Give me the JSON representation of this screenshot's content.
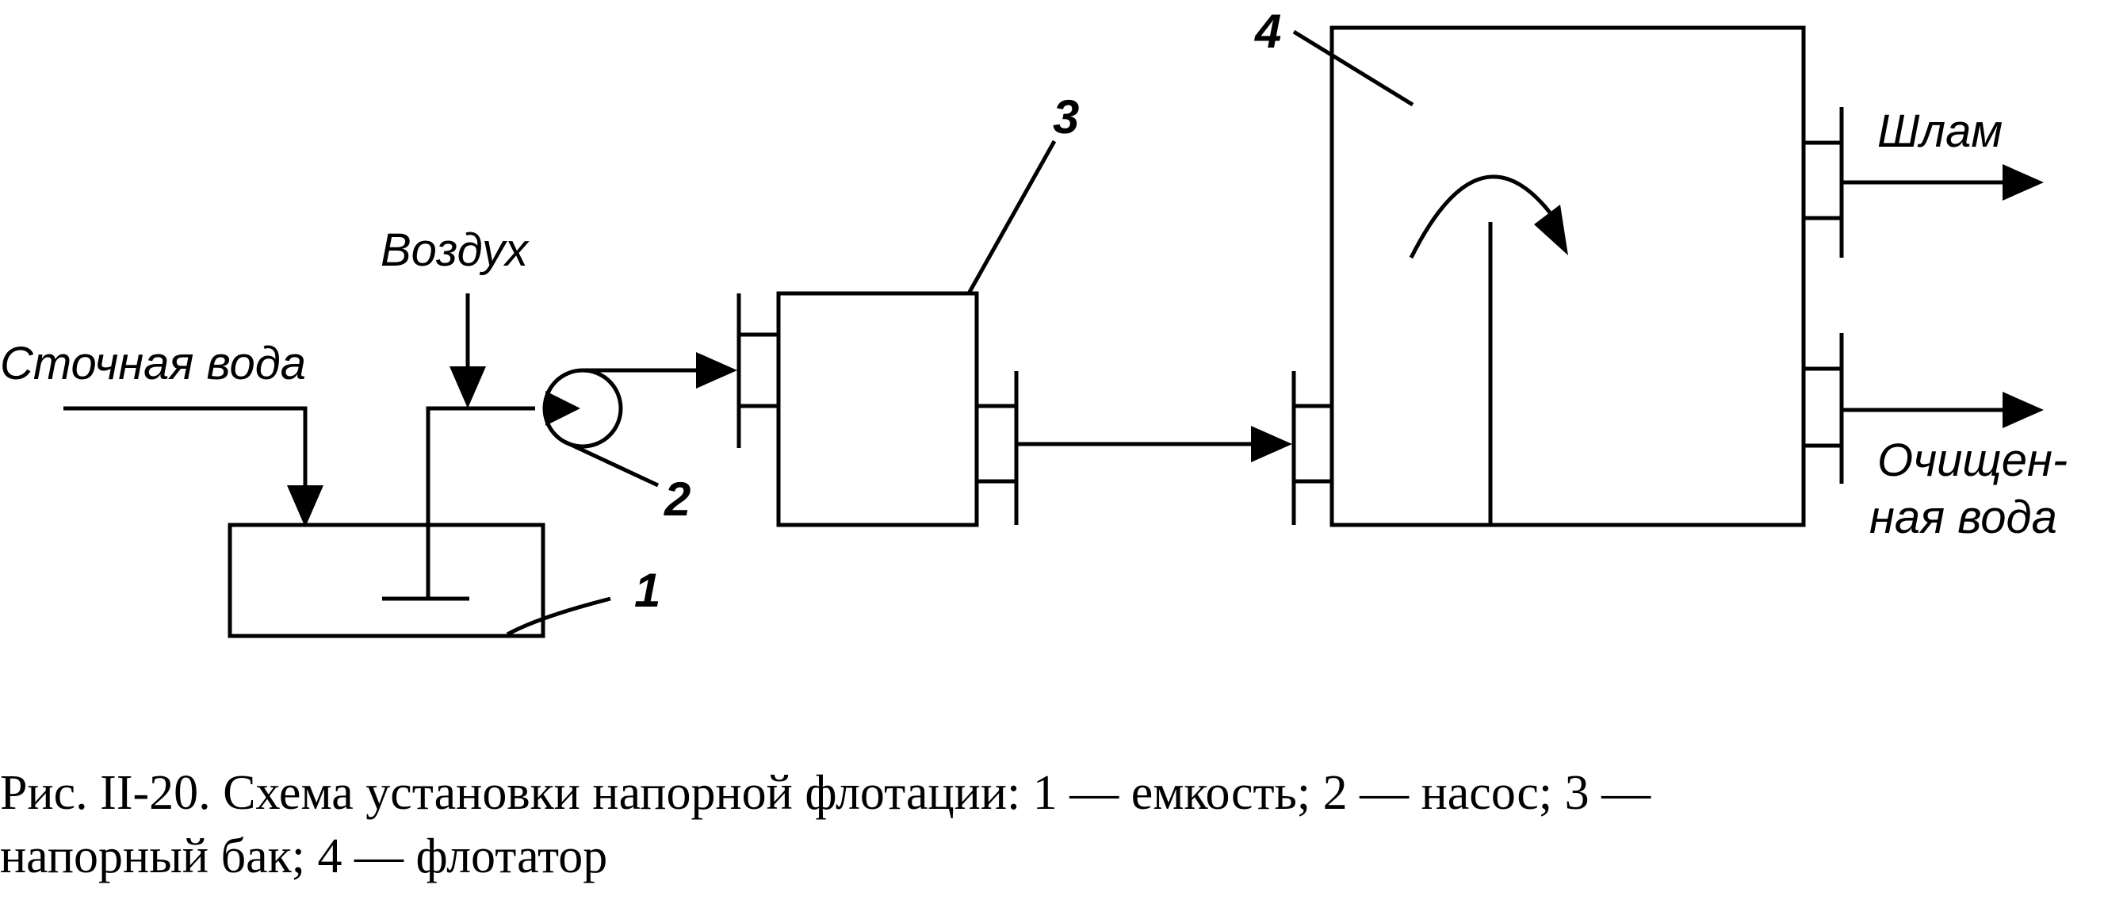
{
  "diagram": {
    "labels": {
      "wastewater": "Сточная вода",
      "air": "Воздух",
      "sludge": "Шлам",
      "treated_line1": "Очищен-",
      "treated_line2": "ная вода"
    },
    "numbers": {
      "tank": "1",
      "pump": "2",
      "pressure_tank": "3",
      "flotator": "4"
    }
  },
  "caption": {
    "line1": "Рис. II-20. Схема установки напорной флотации: 1 — емкость; 2 — насос; 3 —",
    "line2": "напорный бак; 4 — флотатор"
  }
}
